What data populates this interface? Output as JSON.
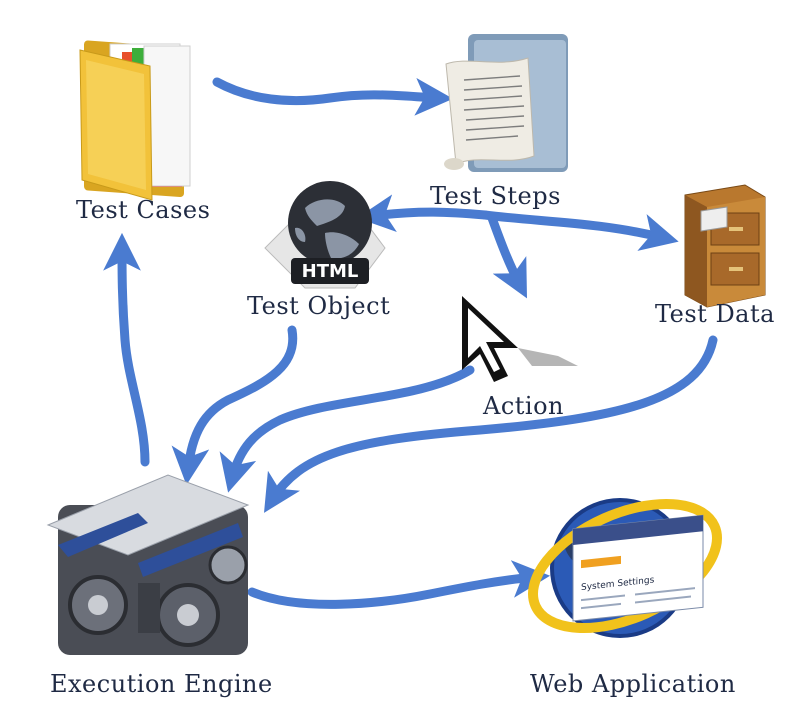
{
  "nodes": {
    "test_cases": "Test Cases",
    "test_steps": "Test Steps",
    "test_object": "Test Object",
    "test_data": "Test Data",
    "action": "Action",
    "execution_engine": "Execution Engine",
    "web_application": "Web Application"
  },
  "html_badge": "HTML",
  "webapp_screen": {
    "heading": "System Settings"
  },
  "colors": {
    "arrow": "#4a7bd0",
    "label_text": "#1f2a44",
    "folder_yellow": "#f2c23a",
    "scroll_blue": "#7f9bb8",
    "cabinet_brown": "#b9782e",
    "engine_blue": "#2e4f9a",
    "ring_gold": "#f1c21b"
  },
  "icons": {
    "test_cases": "folder-icon",
    "test_steps": "scroll-document-icon",
    "test_object": "globe-html-icon",
    "test_data": "file-cabinet-icon",
    "action": "mouse-cursor-icon",
    "execution_engine": "engine-icon",
    "web_application": "web-globe-icon"
  }
}
